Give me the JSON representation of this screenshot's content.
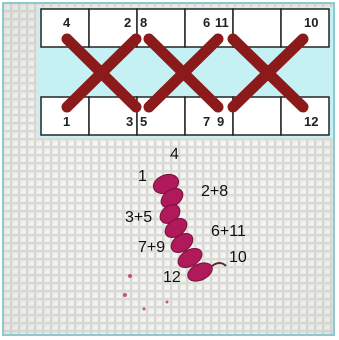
{
  "diagram": {
    "top_numbers": [
      "4",
      "2",
      "8",
      "6",
      "11",
      "10"
    ],
    "bottom_numbers": [
      "1",
      "3",
      "5",
      "7",
      "9",
      "12"
    ],
    "stitch_color": "#8b1a1a",
    "background_color": "#c6f1f4"
  },
  "photo": {
    "labels": [
      "4",
      "1",
      "2+8",
      "3+5",
      "6+11",
      "7+9",
      "10",
      "12"
    ],
    "thread_color": "#b0195a",
    "fabric_color": "#ebebe8"
  }
}
